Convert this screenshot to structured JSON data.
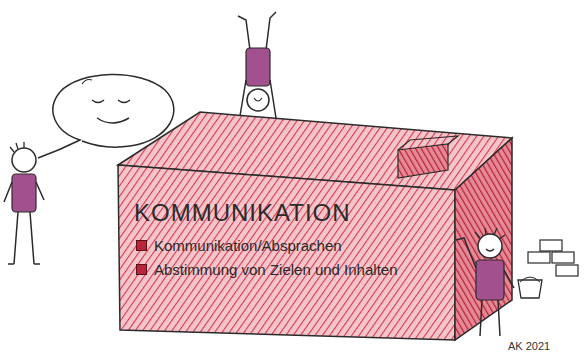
{
  "diagram": {
    "nodes": [
      {
        "text": [
          "KOMMUNIKATION",
          "Kommunikation/Absprachen",
          "Abstimmung von Zielen und Inhalten"
        ]
      }
    ],
    "labels": [
      "AK 2021"
    ]
  }
}
